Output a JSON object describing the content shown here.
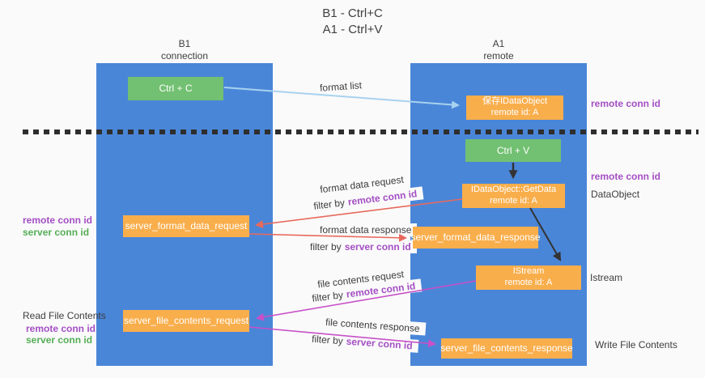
{
  "title": {
    "line1": "B1 - Ctrl+C",
    "line2": "A1 - Ctrl+V"
  },
  "columns": {
    "left": {
      "name": "B1",
      "role": "connection"
    },
    "right": {
      "name": "A1",
      "role": "remote"
    }
  },
  "nodes": {
    "ctrl_c": "Ctrl + C",
    "save_dataobject": {
      "line1": "保存IDataObject",
      "line2": "remote id: A"
    },
    "ctrl_v": "Ctrl + V",
    "getdata": {
      "line1": "IDataObject::GetData",
      "line2": "remote id: A"
    },
    "format_request": "server_format_data_request",
    "format_response": "server_format_data_response",
    "istream": {
      "line1": "IStream",
      "line2": "remote id: A"
    },
    "file_request": "server_file_contents_request",
    "file_response": "server_file_contents_response"
  },
  "labels": {
    "format_list": "format list",
    "format_data_request": "format data request",
    "format_data_response": "format data response",
    "file_contents_request": "file contents request",
    "file_contents_response": "file contents response",
    "filter_by": "filter by",
    "remote_conn_id": "remote conn id",
    "server_conn_id": "server conn id",
    "dataobject": "DataObject",
    "istream": "Istream",
    "read_file_contents": "Read File Contents",
    "write_file_contents": "Write File Contents"
  },
  "colors": {
    "column_blue": "#4a86d8",
    "box_green": "#72c072",
    "box_orange": "#f9ae4c",
    "arrow_red": "#e8695d",
    "arrow_magenta": "#c750c8",
    "arrow_lightblue": "#a8d2ef",
    "arrow_black": "#333333",
    "text_purple": "#a44fc4",
    "text_green": "#56ae57",
    "background": "#fafafa"
  }
}
